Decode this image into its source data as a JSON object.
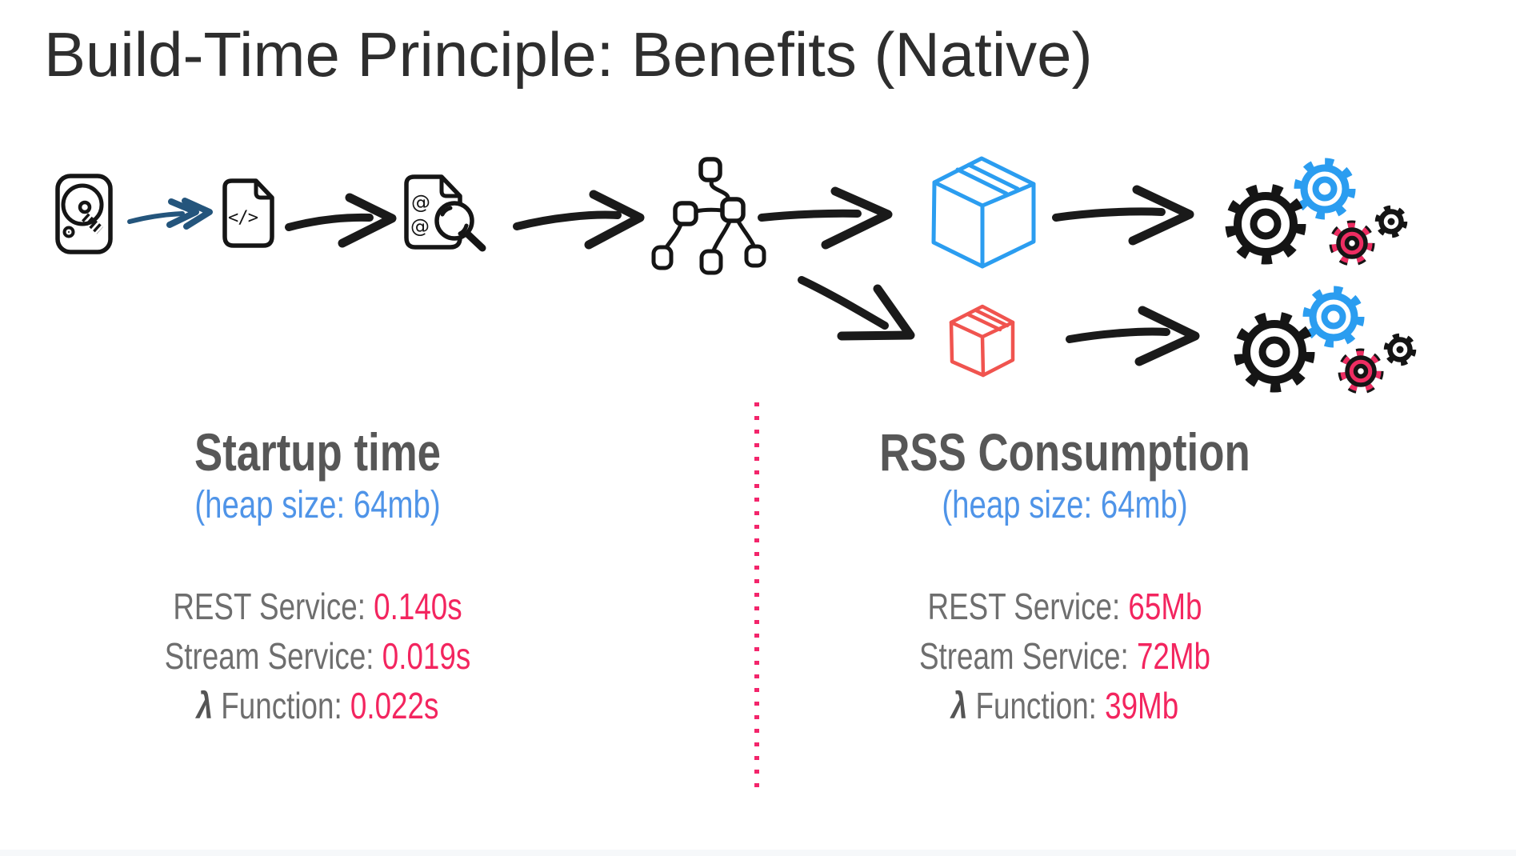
{
  "title": "Build-Time Principle: Benefits (Native)",
  "diagram": {
    "flow_icons": [
      "hard-drive",
      "source-code-file",
      "annotated-sources-scan",
      "dependency-graph",
      "jvm-package",
      "jvm-runtime-gears"
    ],
    "branch_icons": [
      "native-package",
      "native-runtime-gears"
    ],
    "code_file_glyph": "</>",
    "at_glyph_top": "@",
    "at_glyph_bottom": "@"
  },
  "colors": {
    "accent_blue": "#2b9df0",
    "accent_pink": "#f3255f",
    "accent_red": "#f0544f",
    "arrow_navy": "#24557c",
    "text_blue": "#4f94e8",
    "text_gray": "#6e6e6e",
    "heading_gray": "#575757"
  },
  "columns": {
    "left": {
      "heading": "Startup time",
      "subheading": "(heap size: 64mb)",
      "metrics": [
        {
          "prefix": "",
          "label": "REST Service:",
          "value": "0.140s"
        },
        {
          "prefix": "",
          "label": "Stream Service:",
          "value": "0.019s"
        },
        {
          "prefix": "λ",
          "label": "Function:",
          "value": "0.022s"
        }
      ]
    },
    "right": {
      "heading": "RSS Consumption",
      "subheading": "(heap size: 64mb)",
      "metrics": [
        {
          "prefix": "",
          "label": "REST Service:",
          "value": "65Mb"
        },
        {
          "prefix": "",
          "label": "Stream Service:",
          "value": "72Mb"
        },
        {
          "prefix": "λ",
          "label": "Function:",
          "value": "39Mb"
        }
      ]
    }
  }
}
